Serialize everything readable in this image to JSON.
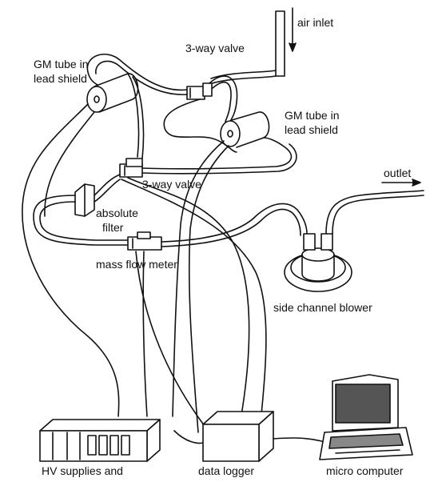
{
  "labels": {
    "air_inlet": "air inlet",
    "valve_top": "3-way valve",
    "gm_tube_left_l1": "GM tube in",
    "gm_tube_left_l2": "lead shield",
    "gm_tube_right_l1": "GM tube in",
    "gm_tube_right_l2": "lead shield",
    "valve_middle": "3-way valve",
    "outlet": "outlet",
    "filter_l1": "absolute",
    "filter_l2": "filter",
    "mass_flow_meter": "mass flow meter",
    "side_channel_blower": "side channel blower",
    "hv_supplies": "HV supplies and",
    "data_logger": "data logger",
    "micro_computer": "micro computer"
  }
}
